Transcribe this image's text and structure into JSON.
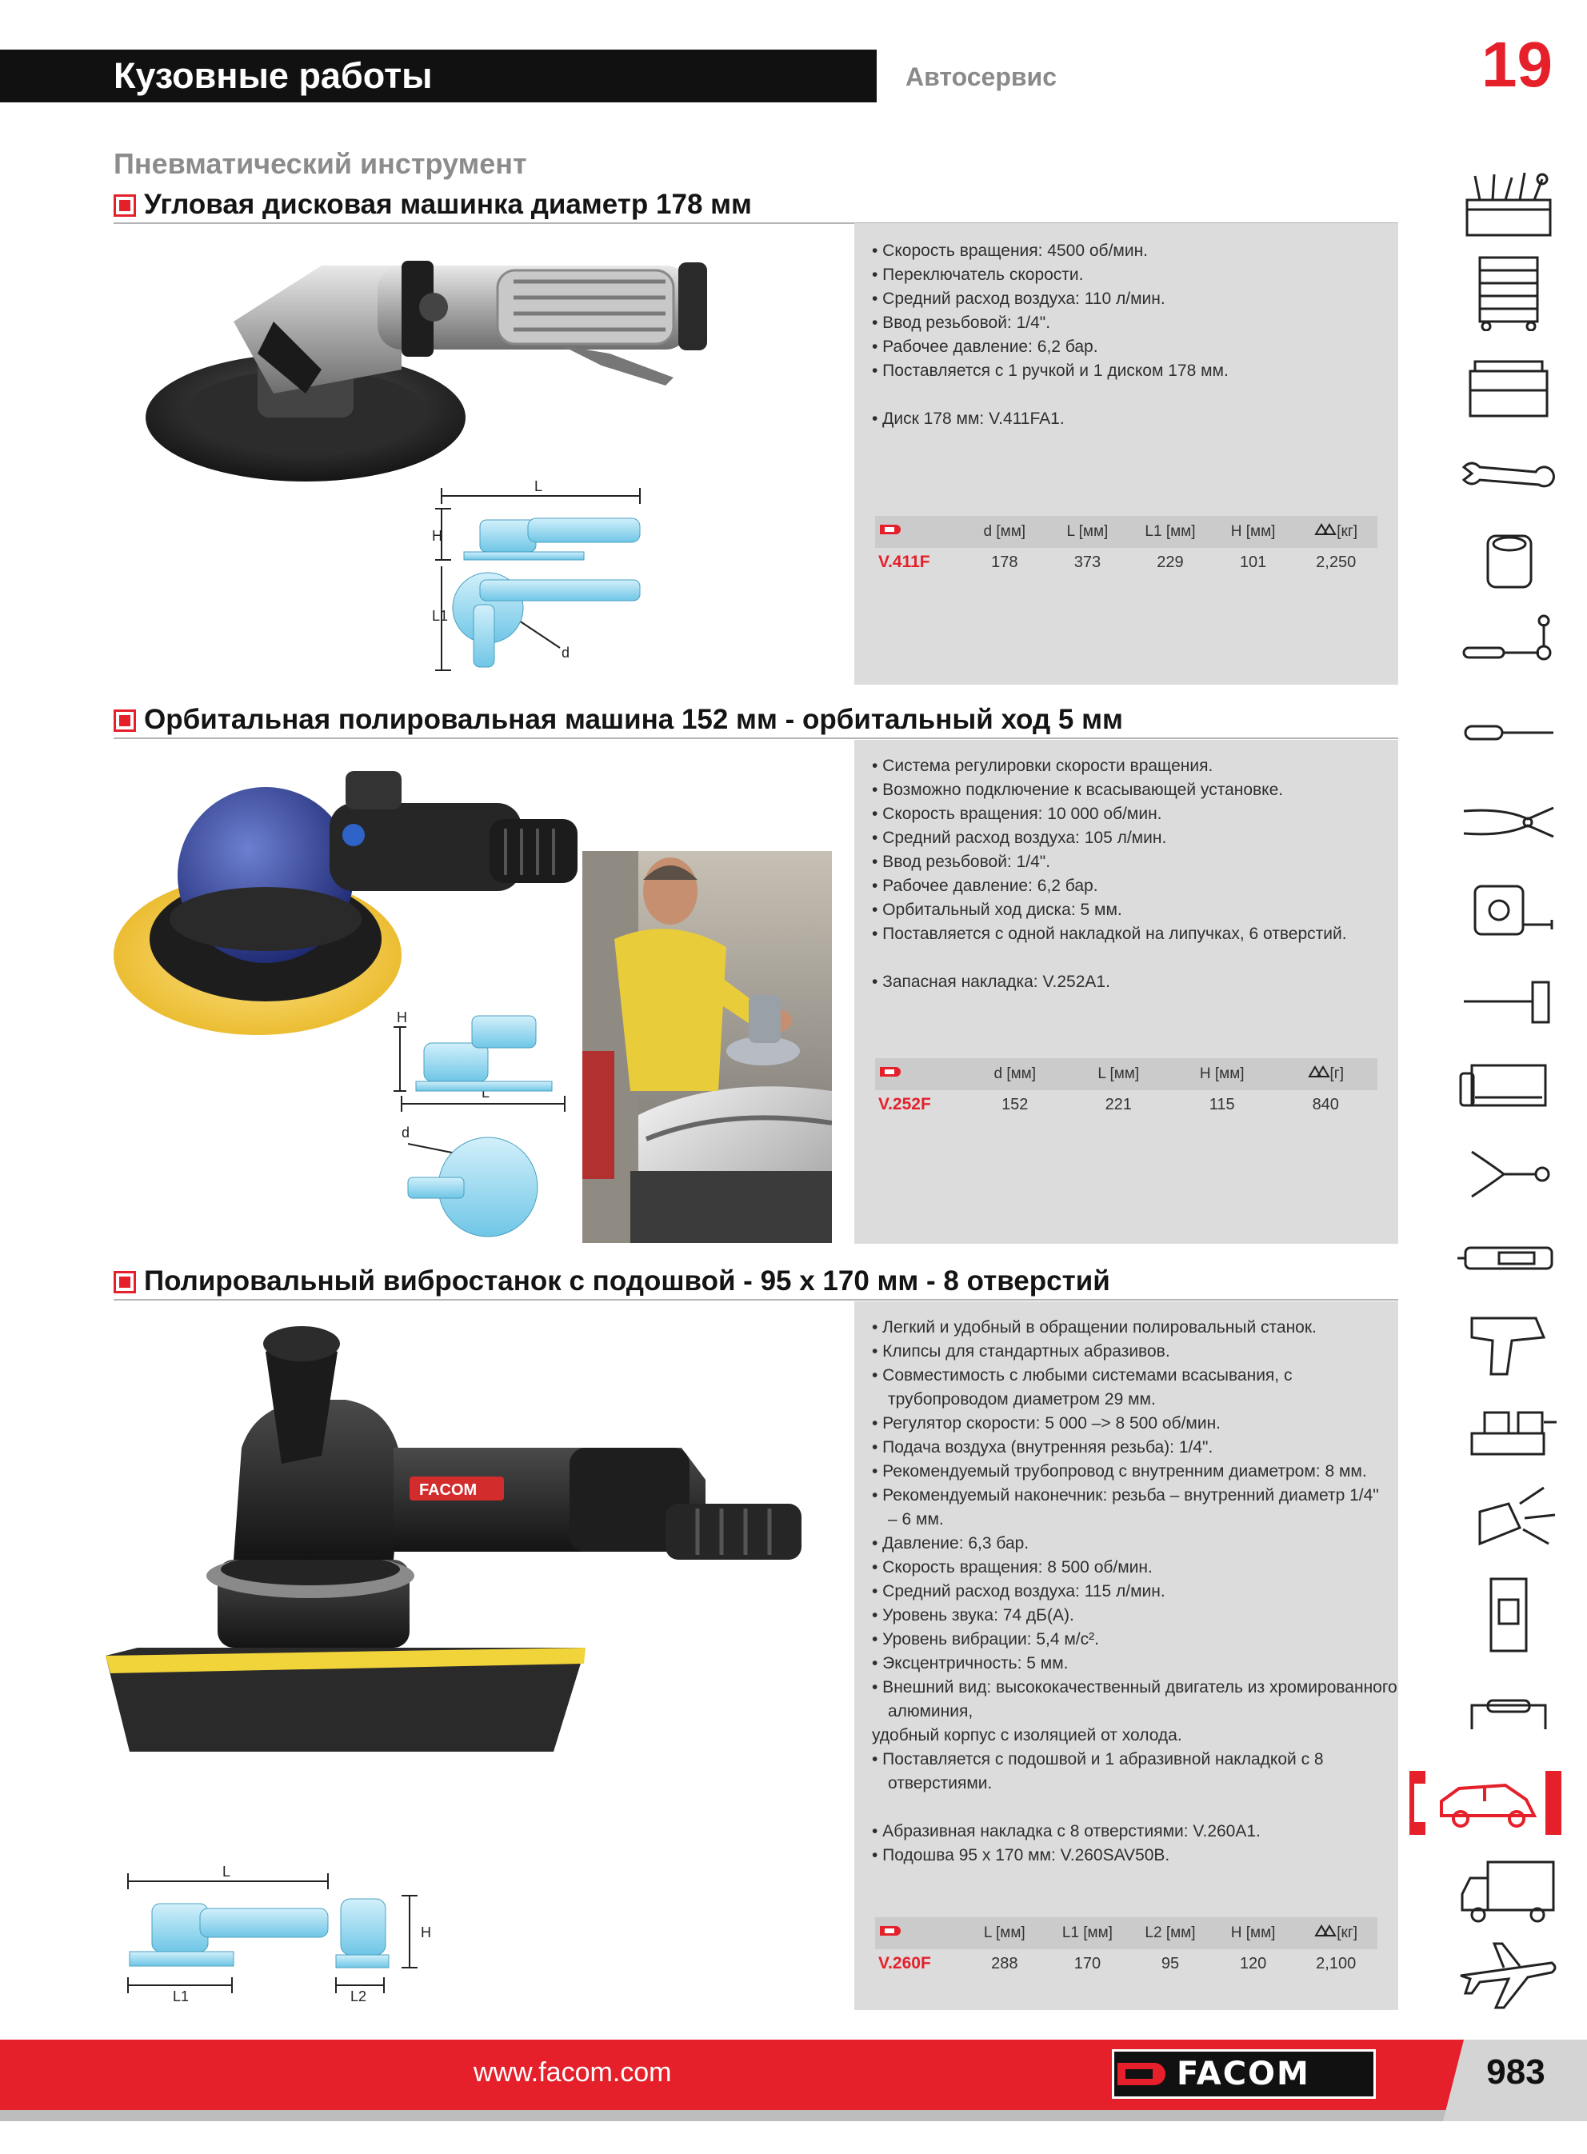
{
  "header": {
    "title": "Кузовные работы",
    "subtitle": "Автосервис",
    "chapter": "19"
  },
  "category": "Пневматический инструмент",
  "sections": [
    {
      "title": "Угловая дисковая машинка диаметр 178 мм",
      "bullets": [
        "• Скорость вращения: 4500 об/мин.",
        "• Переключатель скорости.",
        "• Средний расход воздуха: 110 л/мин.",
        "• Ввод резьбовой: 1/4\".",
        "• Рабочее давление: 6,2 бар.",
        "• Поставляется с 1 ручкой и 1 диском 178 мм.",
        "",
        "• Диск 178 мм: V.411FA1."
      ],
      "table": {
        "columns": [
          "d [мм]",
          "L [мм]",
          "L1 [мм]",
          "H [мм]",
          "[кг]"
        ],
        "ref": "V.411F",
        "values": [
          "178",
          "373",
          "229",
          "101",
          "2,250"
        ]
      },
      "dims": {
        "L": "L",
        "H": "H",
        "L1": "L1",
        "d": "d"
      }
    },
    {
      "title": "Орбитальная полировальная машина 152 мм - орбитальный ход 5 мм",
      "bullets": [
        "• Система регулировки скорости вращения.",
        "• Возможно подключение к всасывающей установке.",
        "• Скорость вращения: 10 000 об/мин.",
        "• Средний расход воздуха: 105 л/мин.",
        "• Ввод резьбовой: 1/4\".",
        "• Рабочее давление: 6,2 бар.",
        "• Орбитальный ход диска: 5 мм.",
        "• Поставляется с одной накладкой на липучках, 6 отверстий.",
        "",
        "• Запасная накладка: V.252A1."
      ],
      "table": {
        "columns": [
          "d [мм]",
          "L [мм]",
          "H [мм]",
          "[г]"
        ],
        "ref": "V.252F",
        "values": [
          "152",
          "221",
          "115",
          "840"
        ]
      },
      "dims": {
        "H": "H",
        "L": "L",
        "d": "d"
      }
    },
    {
      "title": "Полировальный вибростанок с подошвой - 95 x 170 мм - 8 отверстий",
      "bullets": [
        "• Легкий и удобный в обращении полировальный станок.",
        "• Клипсы для стандартных абразивов.",
        "• Совместимость с любыми системами всасывания, с",
        "  трубопроводом диаметром 29 мм.",
        "• Регулятор скорости: 5 000 –> 8 500 об/мин.",
        "• Подача воздуха (внутренняя резьба): 1/4\".",
        "• Рекомендуемый трубопровод с внутренним диаметром: 8 мм.",
        "• Рекомендуемый наконечник: резьба – внутренний диаметр 1/4\"",
        "  – 6 мм.",
        "• Давление: 6,3 бар.",
        "• Скорость вращения: 8 500 об/мин.",
        "• Средний расход воздуха: 115 л/мин.",
        "• Уровень звука: 74 дБ(А).",
        "• Уровень вибрации: 5,4 м/с².",
        "• Эксцентричность: 5 мм.",
        "• Внешний вид: высококачественный двигатель из хромированного",
        "  алюминия,",
        "удобный корпус с изоляцией от холода.",
        "• Поставляется с подошвой и 1 абразивной накладкой с 8",
        "  отверстиями.",
        "",
        "• Абразивная накладка с 8 отверстиями: V.260A1.",
        "• Подошва 95 x 170 мм: V.260SAV50B."
      ],
      "table": {
        "columns": [
          "L [мм]",
          "L1 [мм]",
          "L2 [мм]",
          "H [мм]",
          "[кг]"
        ],
        "ref": "V.260F",
        "values": [
          "288",
          "170",
          "95",
          "120",
          "2,100"
        ]
      },
      "dims": {
        "L": "L",
        "H": "H",
        "L1": "L1",
        "L2": "L2"
      }
    }
  ],
  "photo_brand": "FACOM",
  "sidebar": [
    "tool-chest-icon",
    "roller-cabinet-icon",
    "tool-box-icon",
    "combination-wrench-icon",
    "socket-icon",
    "ratchet-icon",
    "screwdriver-icon",
    "pliers-icon",
    "tape-measure-icon",
    "hammer-icon",
    "hacksaw-icon",
    "puller-icon",
    "tester-icon",
    "impact-wrench-icon",
    "vise-icon",
    "safety-icon",
    "electrical-icon",
    "handle-icon",
    "car-icon",
    "truck-icon",
    "airplane-icon"
  ],
  "footer": {
    "url": "www.facom.com",
    "brand": "FACOM",
    "page": "983"
  },
  "colors": {
    "accent": "#e5202a",
    "panel": "#dcdcdc",
    "header": "#111111"
  }
}
